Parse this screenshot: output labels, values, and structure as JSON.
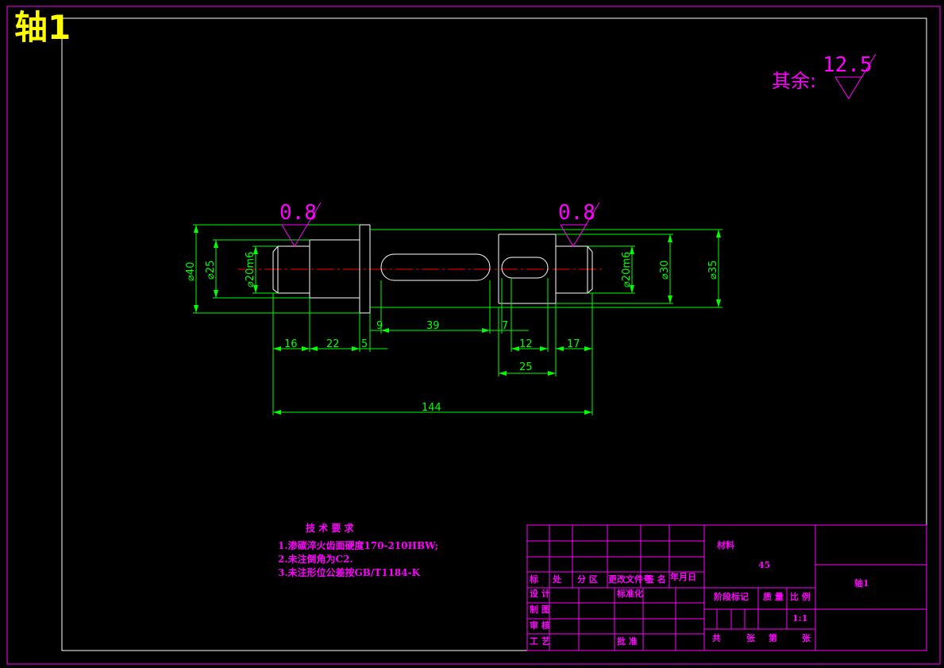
{
  "page": {
    "title": "轴1"
  },
  "colors": {
    "background": "#000000",
    "frame": "#ff00ff",
    "part": "#ffffff",
    "dimension": "#00ff00",
    "centerline": "#ff0000",
    "title": "#ffff00",
    "annotation": "#ff00ff"
  },
  "roughness": {
    "general_prefix": "其余:",
    "general_value": "12.5",
    "left_value": "0.8",
    "right_value": "0.8"
  },
  "dimensions": {
    "dia_40": "⌀40",
    "dia_25": "⌀25",
    "dia_20m6_left": "⌀20m6",
    "dia_20m6_right": "⌀20m6",
    "dia_30": "⌀30",
    "dia_35": "⌀35",
    "len_9": "9",
    "len_39": "39",
    "len_7": "7",
    "len_16": "16",
    "len_22": "22",
    "len_5": "5",
    "len_12": "12",
    "len_17": "17",
    "len_25": "25",
    "len_144": "144"
  },
  "tech_requirements": {
    "title": "技 术 要 求",
    "items": [
      "1.渗碳淬火齿面硬度170-210HBW;",
      "2.未注倒角为C2.",
      "3.未注形位公差按GB/T1184-K"
    ]
  },
  "title_block": {
    "material_label": "材料",
    "material_value": "45",
    "part_name": "轴1",
    "rev_headers": [
      "标",
      "处",
      "分 区",
      "更改文件号",
      "签 名",
      "年月日"
    ],
    "design_label": "设 计",
    "standard_label": "标准化",
    "draw_label": "制 图",
    "check_label": "审 核",
    "process_label": "工 艺",
    "approve_label": "批 准",
    "stage_label": "阶段标记",
    "weight_label": "质 量",
    "scale_label": "比 例",
    "scale_value": "1:1",
    "total_label": "共",
    "sheet_label": "张",
    "nth_label": "第",
    "sheet_label_2": "张"
  }
}
